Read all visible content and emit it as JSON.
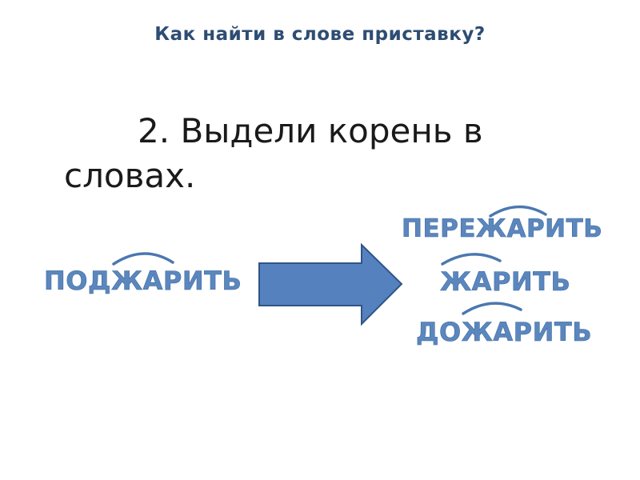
{
  "slide": {
    "title": "Как найти в слове приставку?",
    "task_number": "2.",
    "task_text": "Выдели корень в словах."
  },
  "source_word": "ПОДЖАРИТЬ",
  "target_words": [
    "ПЕРЕЖАРИТЬ",
    "ЖАРИТЬ",
    "ДОЖАРИТЬ"
  ],
  "colors": {
    "title": "#2e4d73",
    "word": "#5b87be",
    "arrow_fill": "#5582be",
    "arrow_stroke": "#2f5488",
    "root_arc": "#4a78b0"
  }
}
